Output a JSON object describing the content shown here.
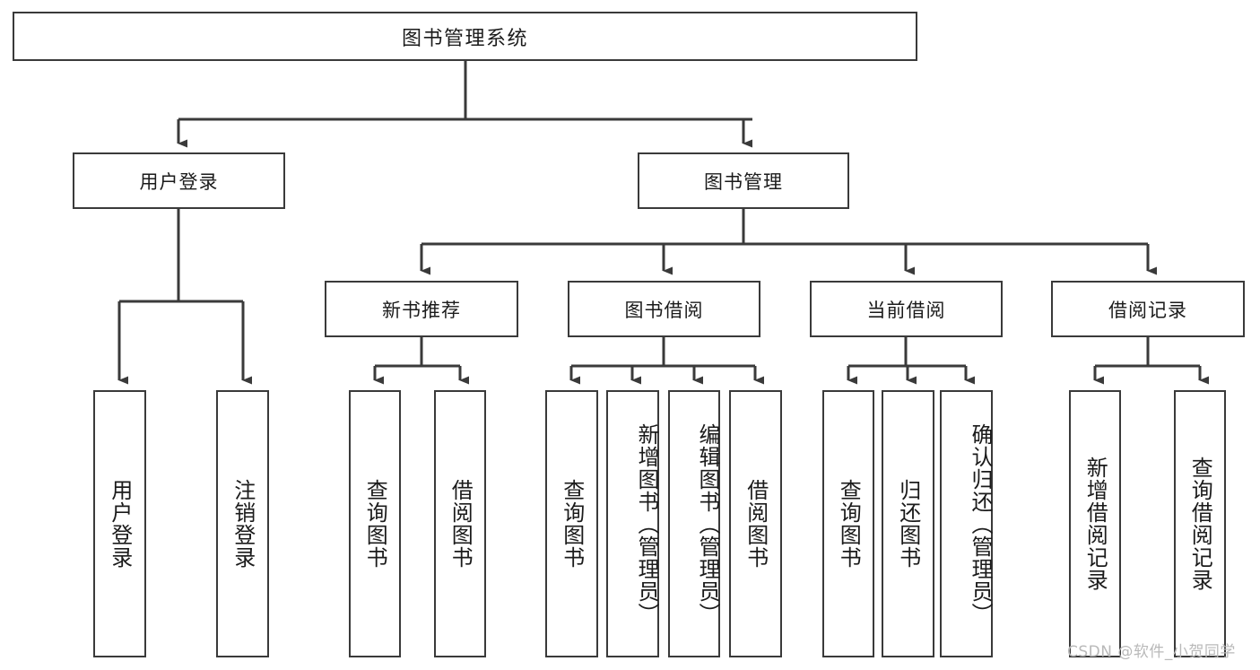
{
  "diagram": {
    "type": "tree-hierarchy",
    "title": "图书管理系统",
    "watermark": "CSDN @软件_小贺同学",
    "colors": {
      "stroke": "#3a3a3a",
      "background": "#ffffff",
      "text": "#1b1b1b",
      "watermark": "#b9b9b9"
    },
    "root": {
      "label": "图书管理系统"
    },
    "level2": [
      {
        "label": "用户登录"
      },
      {
        "label": "图书管理"
      }
    ],
    "level3": [
      {
        "label": "新书推荐"
      },
      {
        "label": "图书借阅"
      },
      {
        "label": "当前借阅"
      },
      {
        "label": "借阅记录"
      }
    ],
    "leaves": {
      "user_login": [
        {
          "label": "用户登录"
        },
        {
          "label": "注销登录"
        }
      ],
      "new_book": [
        {
          "label": "查询图书"
        },
        {
          "label": "借阅图书"
        }
      ],
      "borrow_book": [
        {
          "label": "查询图书"
        },
        {
          "label": "新增图书（管理员）"
        },
        {
          "label": "编辑图书（管理员）"
        },
        {
          "label": "借阅图书"
        }
      ],
      "current_borrow": [
        {
          "label": "查询图书"
        },
        {
          "label": "归还图书"
        },
        {
          "label": "确认归还（管理员）"
        }
      ],
      "borrow_record": [
        {
          "label": "新增借阅记录"
        },
        {
          "label": "查询借阅记录"
        }
      ]
    }
  }
}
